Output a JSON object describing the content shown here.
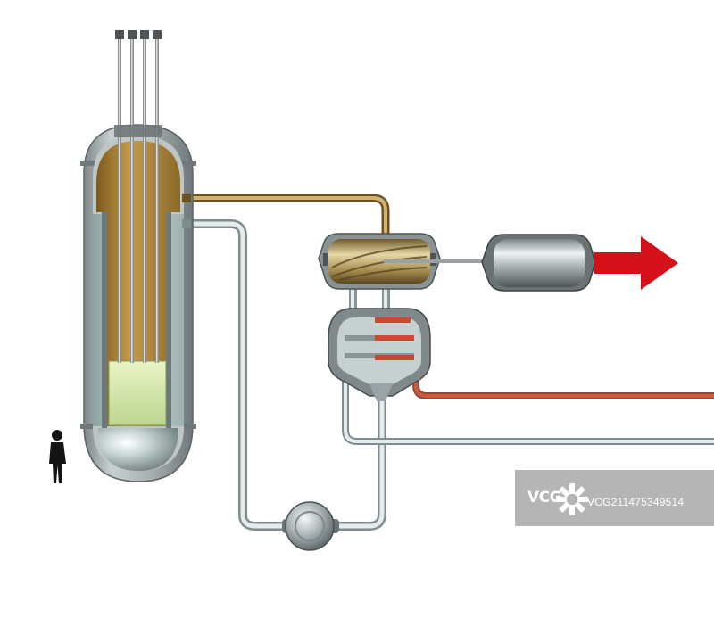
{
  "diagram": {
    "components": [
      "reactor-vessel",
      "control-rods",
      "reactor-core",
      "turbine",
      "generator",
      "heat-exchanger",
      "circulation-pump",
      "human-figure",
      "power-output-arrow"
    ],
    "colors": {
      "hot_coolant": "#b08a3a",
      "cold_coolant": "#b9c6c8",
      "steam_line": "#c9573f",
      "output_arrow": "#d4101b",
      "vessel_shell": "#9aa3a5",
      "core": "#d7e8a8"
    }
  },
  "watermark": {
    "logo": "VCG",
    "id": "VCG211475349514"
  }
}
